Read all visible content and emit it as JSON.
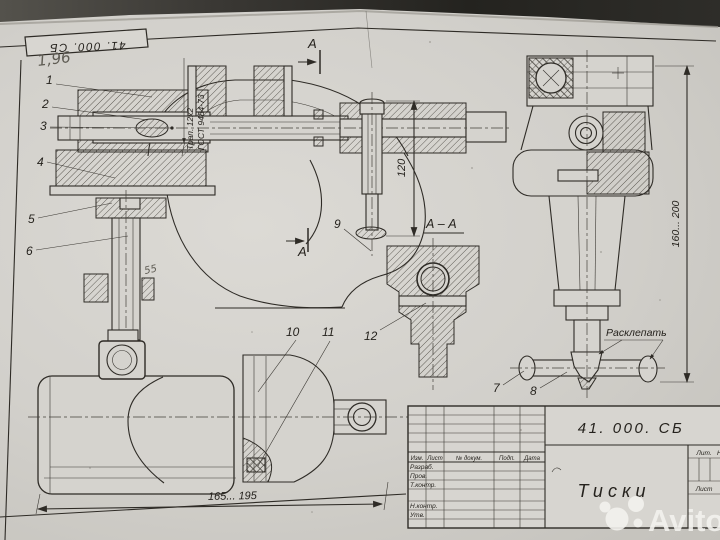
{
  "handwritten": {
    "corner_note": "1,96",
    "dim_note": "55"
  },
  "corner_stamp": {
    "doc_number": "41. 000. СБ"
  },
  "thread_spec": {
    "line1": "Трап. 12х2",
    "line2": "ГОСТ 9484-73"
  },
  "sections": {
    "arrow_label_top": "А",
    "arrow_label_bottom": "А",
    "view_title": "А – А"
  },
  "notes": {
    "rivet_note": "Расклепать"
  },
  "dimensions": {
    "bolt_length": "120",
    "height_range": "160... 200",
    "width_range": "165... 195"
  },
  "callouts": [
    "1",
    "2",
    "3",
    "4",
    "5",
    "6",
    "7",
    "8",
    "9",
    "10",
    "11",
    "12"
  ],
  "title_block": {
    "doc_number": "41. 000. СБ",
    "product_name": "Тиски",
    "columns": [
      "Изм.",
      "Лист",
      "№ докум.",
      "Подп.",
      "Дата"
    ],
    "signature_rows": [
      "Разраб.",
      "Пров.",
      "Т.контр.",
      "Н.контр.",
      "Утв."
    ],
    "lit_label": "Лит.",
    "lit_partial": "Н",
    "sheet_label": "Лист"
  },
  "watermark": {
    "brand": "Avito"
  }
}
